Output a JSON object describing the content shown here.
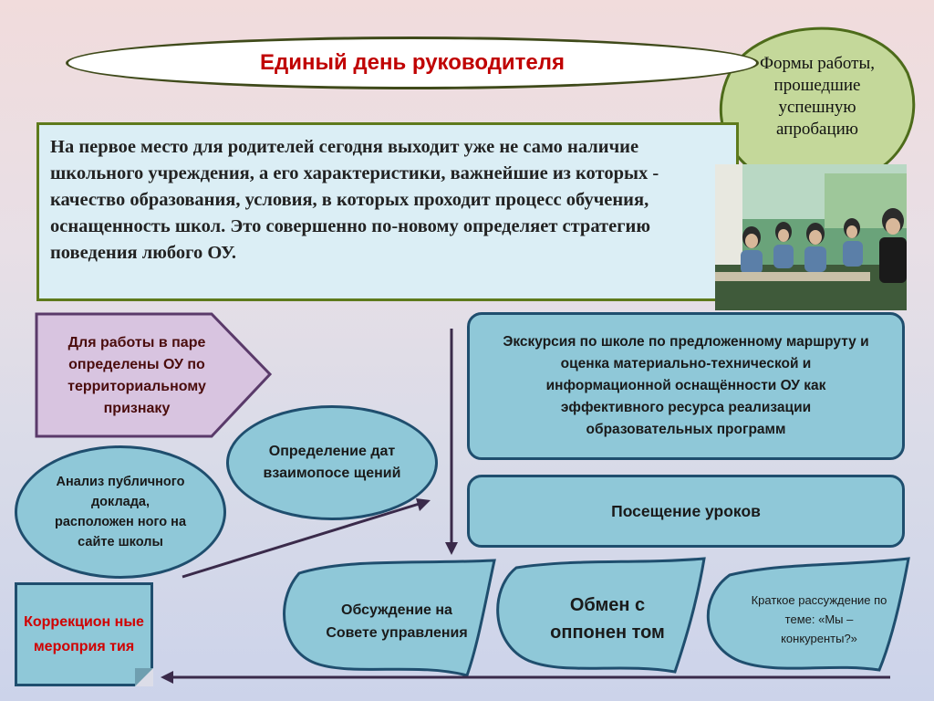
{
  "header": {
    "title": "Единый день руководителя"
  },
  "bubble": {
    "text": "Формы работы, прошедшие успешную апробацию"
  },
  "intro": {
    "text": "На первое место для родителей сегодня выходит уже не само наличие школьного учреждения, а его характеристики, важнейшие из которых - качество образования, условия, в которых проходит процесс обучения, оснащенность школ. Это совершенно по-новому определяет стратегию поведения любого ОУ."
  },
  "nodes": {
    "pair": "Для работы в паре определены  ОУ по территориальному признаку",
    "dates": "Определение дат взаимопосе щений",
    "analysis": "Анализ публичного доклада, расположен ного на сайте школы",
    "excursion": "Экскурсия по школе по предложенному маршруту и оценка материально-технической и информационной оснащённости  ОУ  как  эффективного ресурса реализации образовательных программ",
    "lessons": "Посещение уроков",
    "discussion": "Обсуждение на Совете управления",
    "exchange": "Обмен с оппонен том",
    "reasoning": "Краткое рассуждение по теме: «Мы – конкуренты?»",
    "correction": "Коррекцион ные мероприя тия"
  },
  "colors": {
    "title_red": "#c00000",
    "node_fill": "#8fc8d8",
    "node_border": "#1f4e6e",
    "bubble_fill": "#c4d89a",
    "pentagon_fill": "#d8c4e0"
  }
}
